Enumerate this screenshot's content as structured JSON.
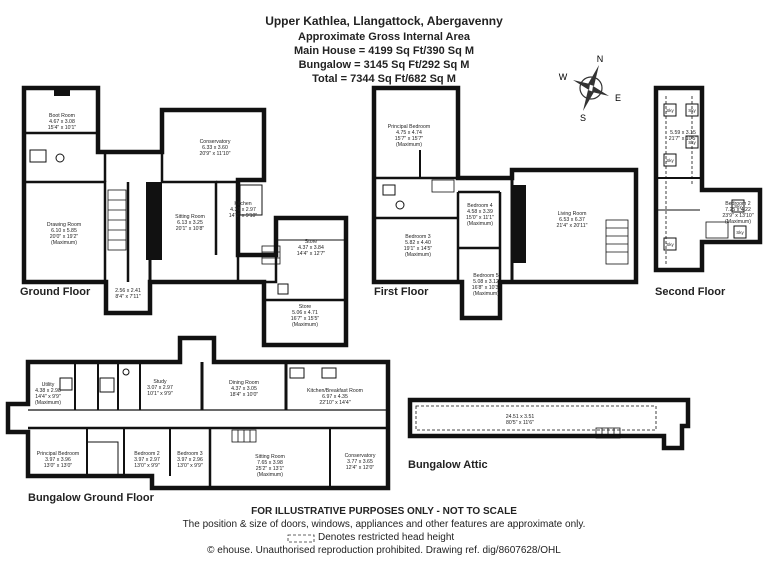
{
  "header": {
    "title": "Upper Kathlea, Llangattock, Abergavenny",
    "subtitle": "Approximate Gross Internal Area",
    "main_house": "Main House = 4199 Sq Ft/390 Sq M",
    "bungalow": "Bungalow = 3145 Sq Ft/292 Sq M",
    "total": "Total = 7344 Sq Ft/682 Sq M"
  },
  "compass": {
    "n": "N",
    "s": "S",
    "e": "E",
    "w": "W"
  },
  "floors": {
    "ground": "Ground Floor",
    "first": "First Floor",
    "second": "Second Floor",
    "bungalow_ground": "Bungalow Ground Floor",
    "bungalow_attic": "Bungalow Attic"
  },
  "rooms": {
    "boot": [
      "Boot Room",
      "4.67 x 3.08",
      "15'4\" x 10'1\""
    ],
    "drawing": [
      "Drawing Room",
      "6.10 x 5.85",
      "20'0\" x 19'2\"",
      "(Maximum)"
    ],
    "conservatory": [
      "Conservatory",
      "6.33 x 3.60",
      "20'9\" x 11'10\""
    ],
    "sitting": [
      "Sitting Room",
      "6.13 x 3.25",
      "20'1\" x 10'8\""
    ],
    "kitchen": [
      "Kitchen",
      "4.30 x 2.97",
      "14'1\" x 9'10\""
    ],
    "store1": [
      "Store",
      "4.37 x 3.84",
      "14'4\" x 12'7\""
    ],
    "store2": [
      "Store",
      "5.06 x 4.71",
      "16'7\" x 15'5\"",
      "(Maximum)"
    ],
    "hall": [
      "2.56 x 2.41",
      "8'4\" x 7'11\""
    ],
    "principal_first": [
      "Principal Bedroom",
      "4.75 x 4.74",
      "15'7\" x 15'7\"",
      "(Maximum)"
    ],
    "bed4": [
      "Bedroom 4",
      "4.58 x 3.39",
      "15'0\" x 11'1\"",
      "(Maximum)"
    ],
    "bed3": [
      "Bedroom 3",
      "5.82 x 4.40",
      "19'1\" x 14'5\"",
      "(Maximum)"
    ],
    "living": [
      "Living Room",
      "6.53 x 6.37",
      "21'4\" x 20'11\""
    ],
    "bed5": [
      "Bedroom 5",
      "5.08 x 3.12",
      "16'8\" x 10'3\"",
      "(Maximum)"
    ],
    "second_room": [
      "5.59 x 3.15",
      "21'7\" x 10'5\""
    ],
    "bed2_second": [
      "Bedroom 2",
      "7.25 x 4.22",
      "23'9\" x 13'10\"",
      "(Maximum)"
    ],
    "utility": [
      "Utility",
      "4.38 x 2.98",
      "14'4\" x 9'9\"",
      "(Maximum)"
    ],
    "study": [
      "Study",
      "3.07 x 2.97",
      "10'1\" x 9'9\""
    ],
    "dining": [
      "Dining Room",
      "4.37 x 3.05",
      "18'4\" x 10'0\""
    ],
    "kitchen_breakfast": [
      "Kitchen/Breakfast Room",
      "6.97 x 4.35",
      "22'10\" x 14'4\""
    ],
    "principal_bung": [
      "Principal Bedroom",
      "3.97 x 3.96",
      "13'0\" x 13'0\""
    ],
    "bed2_bung": [
      "Bedroom 2",
      "3.97 x 2.97",
      "13'0\" x 9'9\""
    ],
    "bed3_bung": [
      "Bedroom 3",
      "3.97 x 2.96",
      "13'0\" x 9'9\""
    ],
    "sitting_bung": [
      "Sitting Room",
      "7.65 x 3.98",
      "25'2\" x 13'1\"",
      "(Maximum)"
    ],
    "conservatory_bung": [
      "Conservatory",
      "3.77 x 3.65",
      "12'4\" x 12'0\""
    ],
    "attic": [
      "24.51 x 3.51",
      "80'5\" x 11'6\""
    ],
    "sky": "Sky"
  },
  "footer": {
    "line1": "FOR ILLUSTRATIVE PURPOSES ONLY - NOT TO SCALE",
    "line2": "The position & size of doors, windows, appliances and other features are approximate only.",
    "line3": "Denotes restricted head height",
    "line4": "© ehouse. Unauthorised reproduction prohibited. Drawing ref. dig/8607628/OHL"
  }
}
